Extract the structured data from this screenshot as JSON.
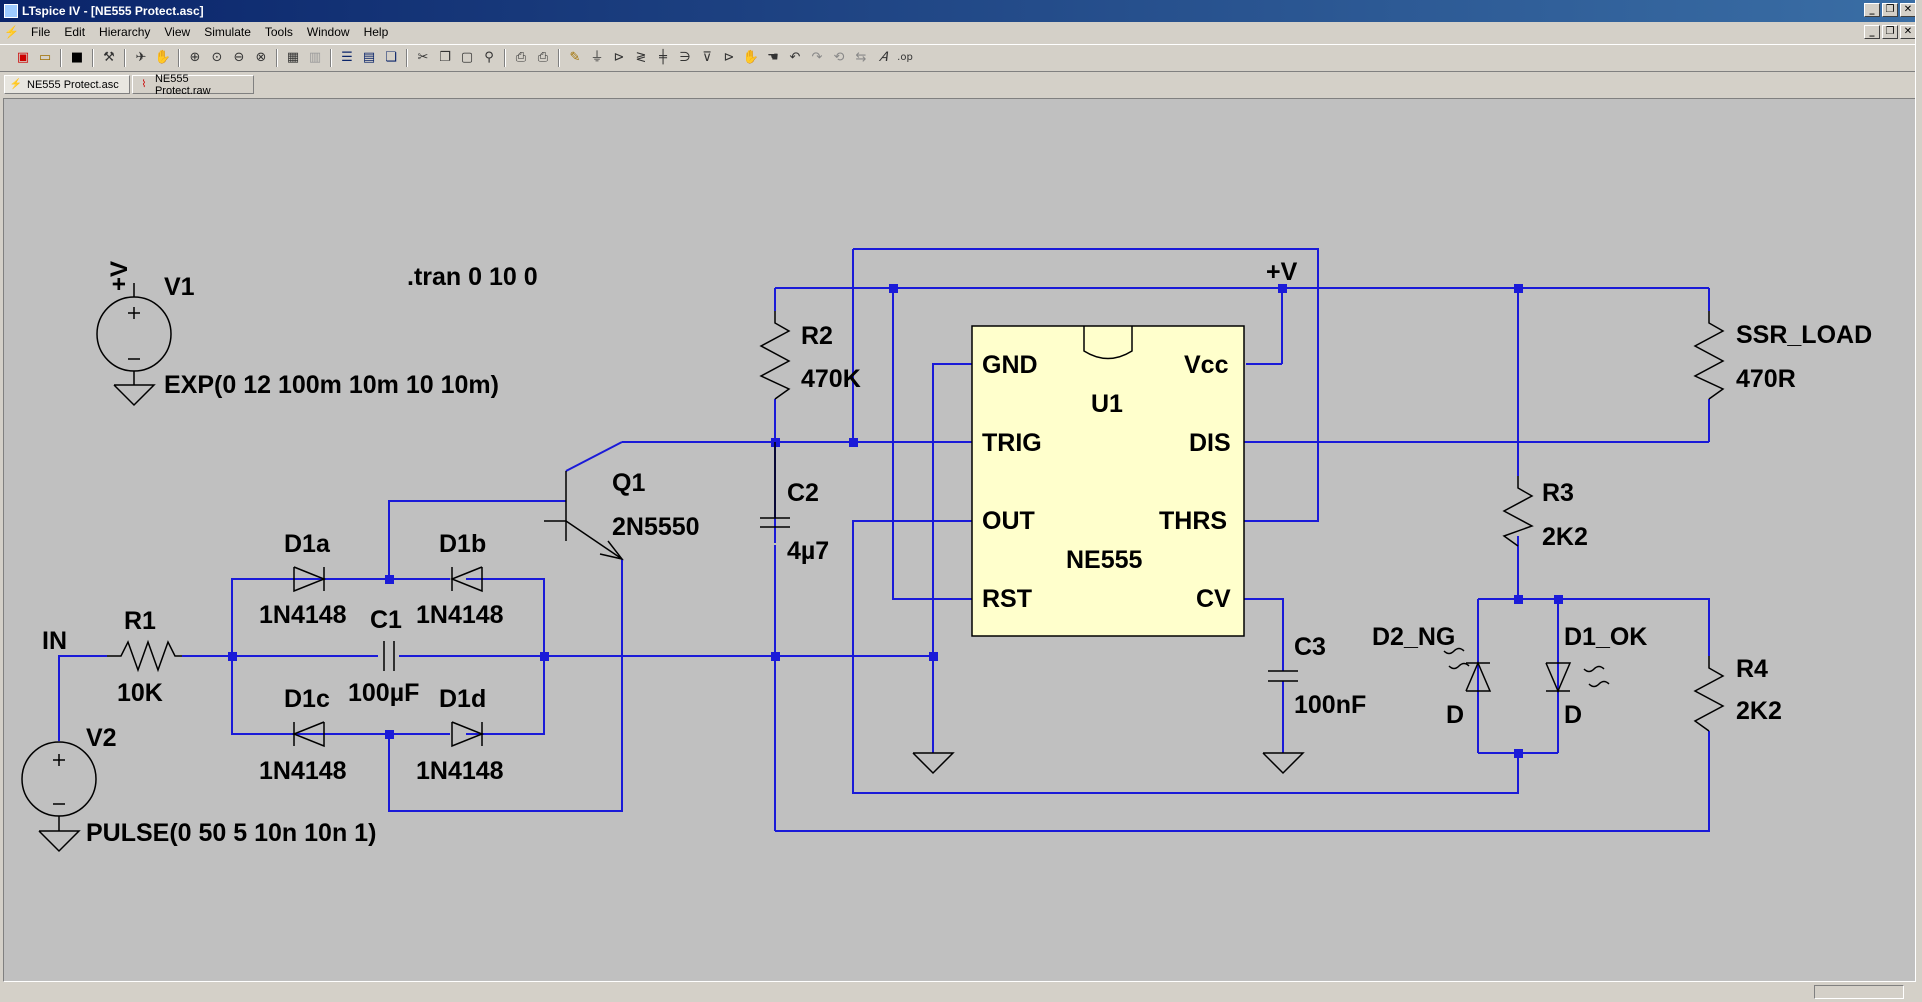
{
  "window": {
    "title": "LTspice IV - [NE555 Protect.asc]",
    "min_glyph": "_",
    "restore_glyph": "❐",
    "close_glyph": "✕"
  },
  "menu": {
    "items": [
      "File",
      "Edit",
      "Hierarchy",
      "View",
      "Simulate",
      "Tools",
      "Window",
      "Help"
    ]
  },
  "tabs": [
    {
      "label": "NE555 Protect.asc",
      "icon": "schematic-icon"
    },
    {
      "label": "NE555 Protect.raw",
      "icon": "waveform-icon"
    }
  ],
  "schematic": {
    "directive": ".tran 0 10 0",
    "v1": {
      "name": "V1",
      "value": "EXP(0 12 100m 10m 10 10m)",
      "net": "+V"
    },
    "v2": {
      "name": "V2",
      "value": "PULSE(0 50 5 10n 10n 1)"
    },
    "in_label": "IN",
    "r1": {
      "name": "R1",
      "value": "10K"
    },
    "d1a": {
      "name": "D1a",
      "value": "1N4148"
    },
    "d1b": {
      "name": "D1b",
      "value": "1N4148"
    },
    "d1c": {
      "name": "D1c",
      "value": "1N4148"
    },
    "d1d": {
      "name": "D1d",
      "value": "1N4148"
    },
    "c1": {
      "name": "C1",
      "value": "100µF"
    },
    "q1": {
      "name": "Q1",
      "value": "2N5550"
    },
    "r2": {
      "name": "R2",
      "value": "470K"
    },
    "c2": {
      "name": "C2",
      "value": "4µ7"
    },
    "vnet": "+V",
    "u1": {
      "name": "U1",
      "value": "NE555",
      "pins": {
        "gnd": "GND",
        "trig": "TRIG",
        "out": "OUT",
        "rst": "RST",
        "vcc": "Vcc",
        "dis": "DIS",
        "thrs": "THRS",
        "cv": "CV"
      }
    },
    "c3": {
      "name": "C3",
      "value": "100nF"
    },
    "ssr": {
      "name": "SSR_LOAD",
      "value": "470R"
    },
    "r3": {
      "name": "R3",
      "value": "2K2"
    },
    "r4": {
      "name": "R4",
      "value": "2K2"
    },
    "d2": {
      "name": "D2_NG",
      "value": "D"
    },
    "d1ok": {
      "name": "D1_OK",
      "value": "D"
    }
  },
  "colors": {
    "wire": "#1a1ad8",
    "component": "#000000",
    "junction": "#1a1ad8",
    "ic_fill": "#ffffcc",
    "canvas": "#c0c0c0"
  }
}
